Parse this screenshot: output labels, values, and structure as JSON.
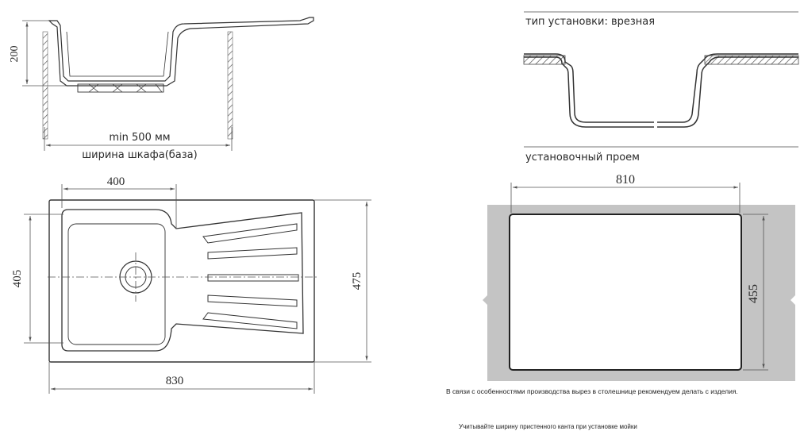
{
  "side_view": {
    "depth": "200",
    "min_width": "min 500 мм",
    "cabinet_width": "ширина шкафа(база)"
  },
  "top_view": {
    "bowl_width": "400",
    "bowl_length": "405",
    "total_width": "830",
    "total_depth": "475"
  },
  "install": {
    "type_label": "тип установки: врезная",
    "opening_label": "установочный проем",
    "cutout_width": "810",
    "cutout_depth": "455"
  },
  "notes": {
    "cutout_note": "В связи с особенностями производства вырез в столешнице рекомендуем делать с изделия.",
    "edge_note": "Учитывайте ширину пристенного канта при установке мойки"
  }
}
